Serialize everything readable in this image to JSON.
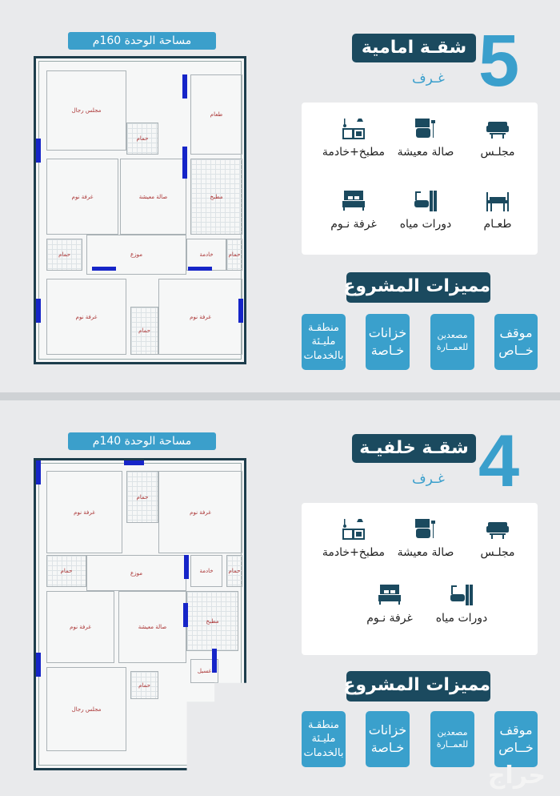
{
  "colors": {
    "navy": "#1b4a5f",
    "accent": "#3a9fcc",
    "window": "#1625c8"
  },
  "panels": [
    {
      "area_label": "مساحة الوحدة 160م",
      "title": "شقـة امامية",
      "rooms_count": "5",
      "rooms_word": "غـرف",
      "features": [
        {
          "icon": "sofa-icon",
          "label": "مجلـس"
        },
        {
          "icon": "armchair-icon",
          "label": "صالة معيشة"
        },
        {
          "icon": "kitchen-icon",
          "label": "مطبخ+خادمة"
        },
        {
          "icon": "dining-table-icon",
          "label": "طعـام"
        },
        {
          "icon": "bathtub-icon",
          "label": "دورات مياه"
        },
        {
          "icon": "bed-icon",
          "label": "غرفة نـوم"
        }
      ],
      "highlights_title": "مميزات المشروع",
      "highlights": [
        "موقف خــاص",
        "مصعدين للعمــارة",
        "خزانات خـاصة",
        "منطقـة مليـئة بالخدمات"
      ],
      "plan_rooms": [
        "مجلس رجال",
        "حمام",
        "طعام",
        "غرفة نوم",
        "صالة معيشة",
        "مطبخ",
        "حمام",
        "موزع",
        "خادمة",
        "حمام",
        "غرفة نوم",
        "حمام",
        "غرفة نوم"
      ]
    },
    {
      "area_label": "مساحة الوحدة 140م",
      "title": "شقـة خلفيـة",
      "rooms_count": "4",
      "rooms_word": "غـرف",
      "features": [
        {
          "icon": "sofa-icon",
          "label": "مجلـس"
        },
        {
          "icon": "armchair-icon",
          "label": "صالة معيشة"
        },
        {
          "icon": "kitchen-icon",
          "label": "مطبخ+خادمة"
        },
        {
          "icon": "bathtub-icon",
          "label": "دورات مياه"
        },
        {
          "icon": "bed-icon",
          "label": "غرفة نـوم"
        }
      ],
      "highlights_title": "مميزات المشروع",
      "highlights": [
        "موقف خــاص",
        "مصعدين للعمــارة",
        "خزانات خـاصة",
        "منطقـة مليـئة بالخدمات"
      ],
      "plan_rooms": [
        "غرفة نوم",
        "حمام",
        "غرفة نوم",
        "حمام",
        "موزع",
        "خادمة",
        "حمام",
        "غرفة نوم",
        "صالة معيشة",
        "مطبخ",
        "غسيل",
        "مجلس رجال",
        "حمام"
      ]
    }
  ],
  "watermark": "حراج"
}
